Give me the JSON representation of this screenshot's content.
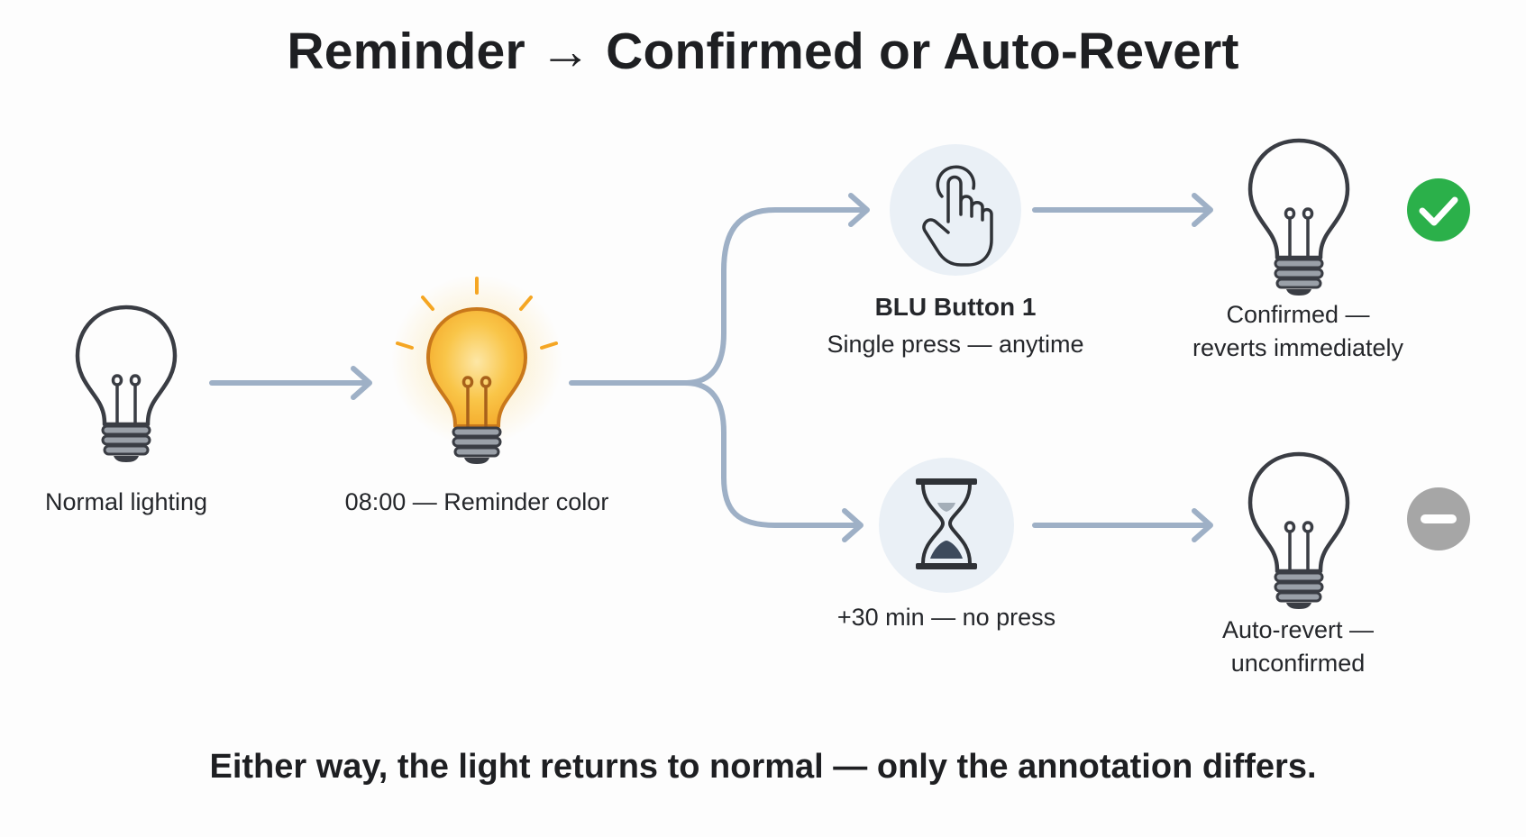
{
  "title": "Reminder → Confirmed or Auto-Revert",
  "footer": "Either way, the light returns to normal — only the annotation differs.",
  "nodes": {
    "normal": {
      "label": "Normal lighting",
      "icon": "lightbulb-icon"
    },
    "reminder": {
      "label": "08:00 — Reminder color",
      "icon": "lit-lightbulb-icon"
    },
    "press": {
      "title": "BLU Button 1",
      "label": "Single press — anytime",
      "icon": "pointing-hand-icon"
    },
    "timeout": {
      "label": "+30 min — no press",
      "icon": "hourglass-icon"
    },
    "confirmed": {
      "line1": "Confirmed —",
      "line2": "reverts immediately",
      "icon": "lightbulb-icon",
      "badge": "check-circle-icon"
    },
    "autorevert": {
      "line1": "Auto-revert —",
      "line2": "unconfirmed",
      "icon": "lightbulb-icon",
      "badge": "minus-circle-icon"
    }
  },
  "colors": {
    "arrow": "#9eb0c6",
    "bulb_outline": "#3a3d44",
    "bulb_base": "#9aa0a8",
    "lit_bulb": "#f7b733",
    "lit_rays": "#f5a623",
    "icon_circle": "#eaf0f6",
    "check_green": "#2bb04a",
    "minus_gray": "#a6a6a6"
  }
}
